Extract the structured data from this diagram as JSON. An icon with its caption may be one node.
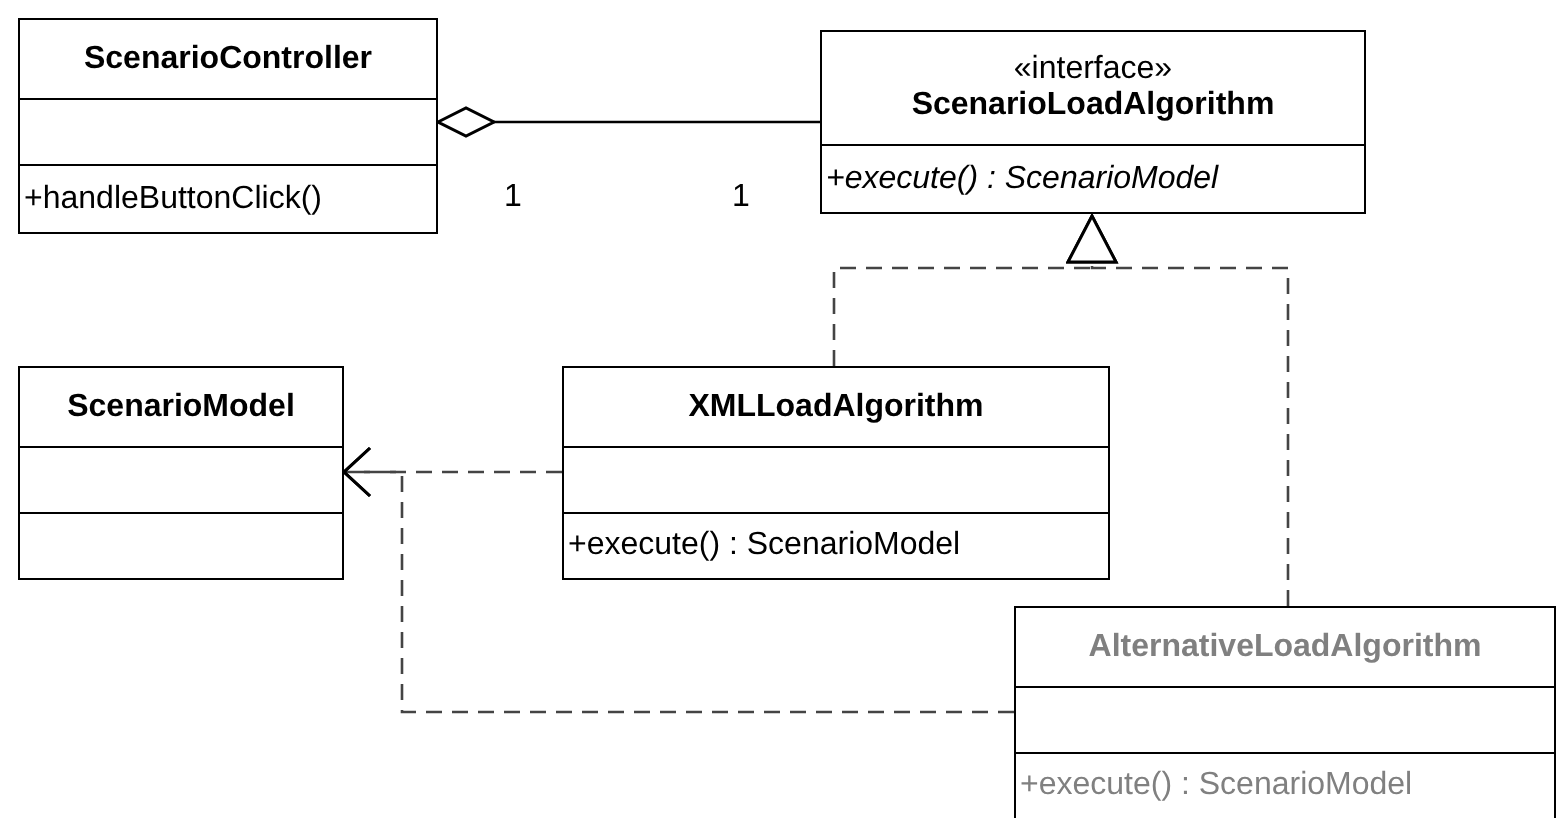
{
  "diagram": {
    "nodes": [
      {
        "text": [
          "ScenarioController",
          "+handleButtonClick()"
        ]
      },
      {
        "text": [
          "«interface»",
          "ScenarioLoadAlgorithm",
          "+execute() : ScenarioModel"
        ]
      },
      {
        "text": [
          "ScenarioModel"
        ]
      },
      {
        "text": [
          "XMLLoadAlgorithm",
          "+execute() : ScenarioModel"
        ]
      },
      {
        "text": [
          "AlternativeLoadAlgorithm",
          "+execute() : ScenarioModel"
        ]
      }
    ],
    "edges": [
      {
        "from": 0,
        "to": 1,
        "arrow": "other"
      },
      {
        "from": 3,
        "to": 1,
        "arrow": "to",
        "style": "dashed"
      },
      {
        "from": 4,
        "to": 1,
        "arrow": "to",
        "style": "dashed"
      },
      {
        "from": 3,
        "to": 2,
        "arrow": "to",
        "style": "dashed"
      },
      {
        "from": 4,
        "to": 2,
        "arrow": "to",
        "style": "dashed"
      }
    ],
    "labels": [
      "1",
      "1"
    ]
  }
}
